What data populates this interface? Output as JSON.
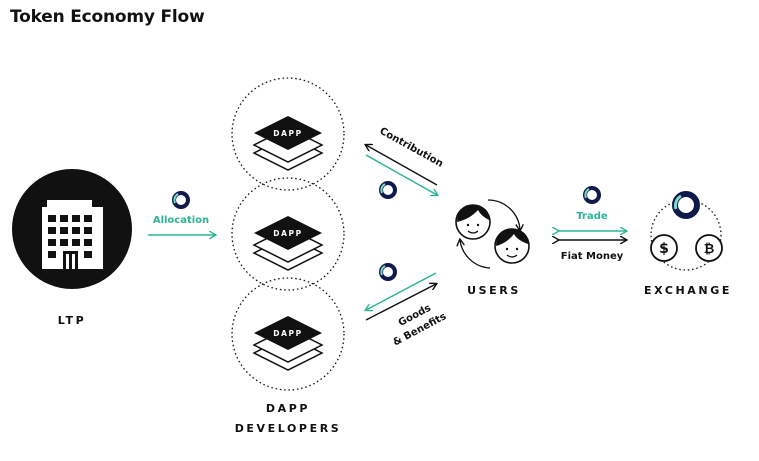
{
  "title": "Token Economy Flow",
  "nodes": {
    "ltp": "LTP",
    "dapp_developers_line1": "DAPP",
    "dapp_developers_line2": "DEVELOPERS",
    "users": "USERS",
    "exchange": "EXCHANGE"
  },
  "dapp_badge": "DAPP",
  "flows": {
    "allocation": "Allocation",
    "contribution": "Contribution",
    "goods_line1": "Goods",
    "goods_line2": "& Benefits",
    "trade": "Trade",
    "fiat_money": "Fiat Money"
  },
  "colors": {
    "accent": "#2bb594",
    "ink": "#111111",
    "token_ring": "#0f1a4a"
  },
  "icons": [
    "building-icon",
    "dapp-stack-icon",
    "users-icon",
    "dollar-coin-icon",
    "bitcoin-coin-icon",
    "token-icon"
  ]
}
